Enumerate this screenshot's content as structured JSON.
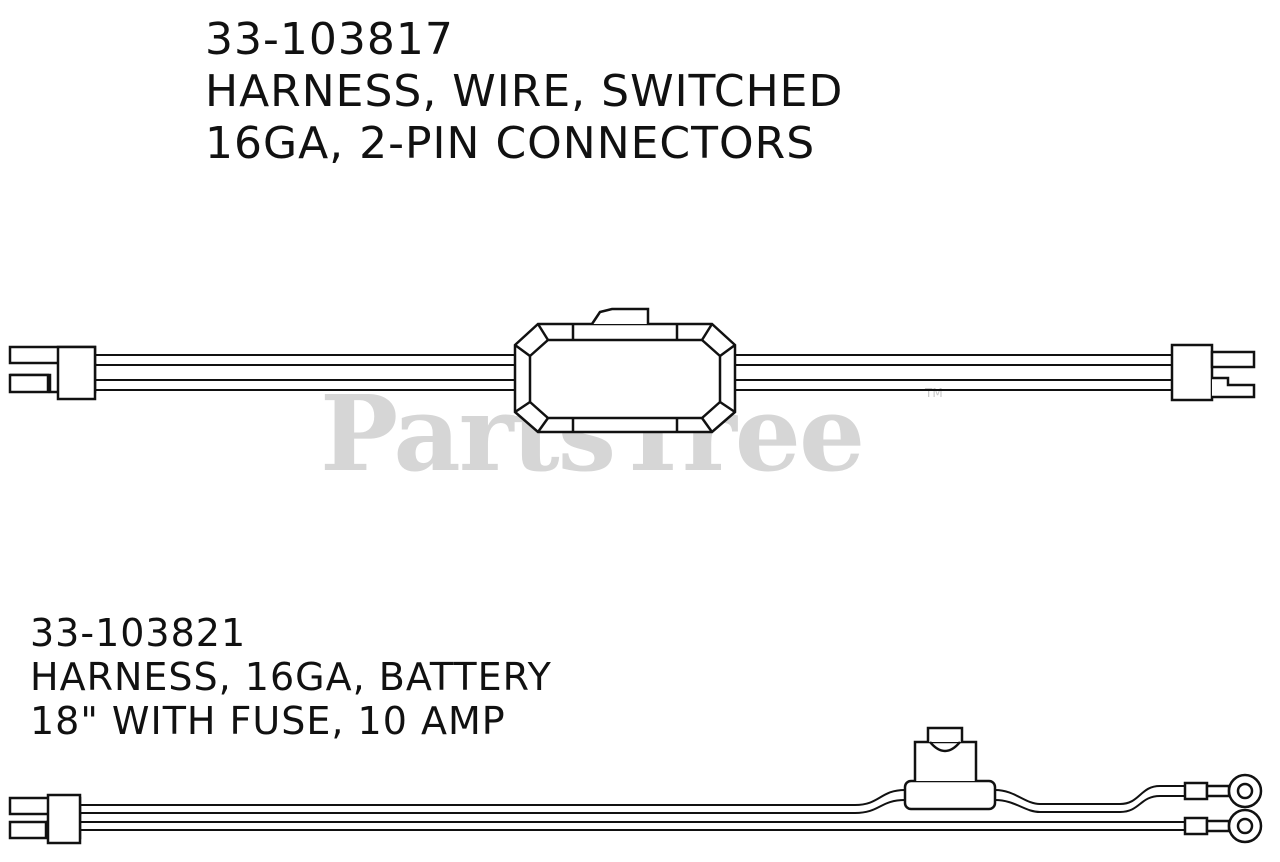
{
  "parts": [
    {
      "part_number": "33-103817",
      "line1": "HARNESS, WIRE, SWITCHED",
      "line2": "16GA, 2-PIN CONNECTORS"
    },
    {
      "part_number": "33-103821",
      "line1": "HARNESS, 16GA, BATTERY",
      "line2": "18\" WITH FUSE, 10 AMP"
    }
  ],
  "watermark": {
    "text": "PartsTree",
    "trademark": "TM"
  }
}
